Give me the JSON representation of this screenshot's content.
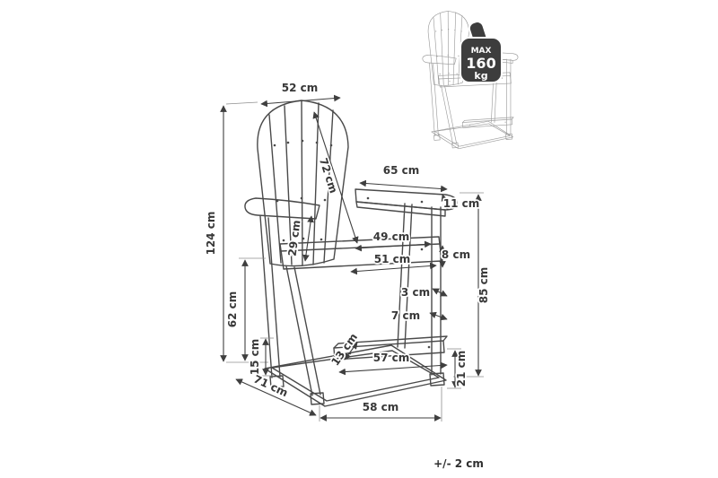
{
  "figure": {
    "tolerance_note": "+/- 2 cm"
  },
  "badge": {
    "line1": "MAX",
    "line2": "160",
    "line3": "kg"
  },
  "dimensions": {
    "top_width": "52 cm",
    "backrest_length": "72 cm",
    "armrest_length": "65 cm",
    "armrest_width": "11 cm",
    "overall_height": "124 cm",
    "armrest_to_seat": "29 cm",
    "seat_width_rear": "49 cm",
    "seat_width_front": "51 cm",
    "seat_thickness": "8 cm",
    "seat_height": "62 cm",
    "slat_gap": "3 cm",
    "frame_thickness": "7 cm",
    "height_to_footrest_top": "85 cm",
    "foot_height": "15 cm",
    "footrest_depth": "13 cm",
    "footrest_width": "57 cm",
    "footrest_height": "21 cm",
    "overall_depth": "71 cm",
    "base_width": "58 cm"
  }
}
